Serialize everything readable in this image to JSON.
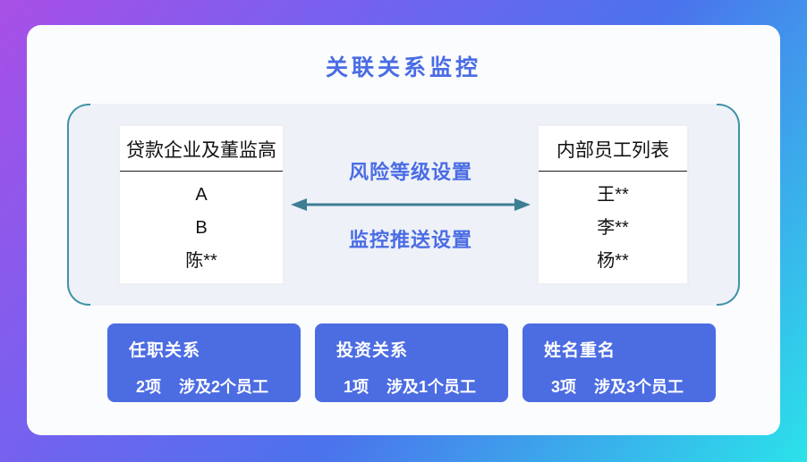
{
  "title": "关联关系监控",
  "panel": {
    "left_box": {
      "header": "贷款企业及董监高",
      "items": [
        "A",
        "B",
        "陈**"
      ]
    },
    "right_box": {
      "header": "内部员工列表",
      "items": [
        "王**",
        "李**",
        "杨**"
      ]
    },
    "labels": {
      "top": "风险等级设置",
      "bottom": "监控推送设置"
    }
  },
  "stats": [
    {
      "label": "任职关系",
      "count": "2项",
      "detail": "涉及2个员工"
    },
    {
      "label": "投资关系",
      "count": "1项",
      "detail": "涉及1个员工"
    },
    {
      "label": "姓名重名",
      "count": "3项",
      "detail": "涉及3个员工"
    }
  ],
  "colors": {
    "accent_blue": "#4a6ce4",
    "button_blue": "#4c6ce2",
    "arrow_teal": "#3e7e95",
    "bracket_teal": "#3f93a6"
  }
}
